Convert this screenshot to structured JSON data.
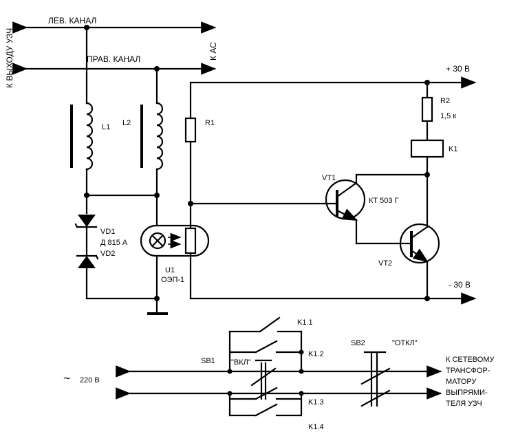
{
  "labels": {
    "left_channel": "ЛЕВ. КАНАЛ",
    "right_channel": "ПРАВ. КАНАЛ",
    "to_amp_output": "К ВЫХОДУ УЗЧ",
    "to_speaker": "К АС",
    "plus_30": "+ 30 В",
    "minus_30": "- 30 В",
    "l1": "L1",
    "l2": "L2",
    "r1": "R1",
    "r2": "R2",
    "r2_value": "1,5 к",
    "k1": "K1",
    "vt1": "VT1",
    "vt1_type": "КТ 503 Г",
    "vt2": "VT2",
    "vd1": "VD1",
    "vd_type": "Д 815 А",
    "vd2": "VD2",
    "u1": "U1",
    "u1_type": "ОЭП-1",
    "k1_1": "K1.1",
    "k1_2": "K1.2",
    "k1_3": "K1.3",
    "k1_4": "K1.4",
    "sb1": "SB1",
    "sb1_label": "\"ВКЛ\"",
    "sb2": "SB2",
    "sb2_label": "\"ОТКЛ\"",
    "mains": "220 В",
    "mains_symbol": "~",
    "out_line1": "К СЕТЕВОМУ",
    "out_line2": "ТРАНСФОР-",
    "out_line3": "МАТОРУ",
    "out_line4": "ВЫПРЯМИ-",
    "out_line5": "ТЕЛЯ УЗЧ"
  }
}
